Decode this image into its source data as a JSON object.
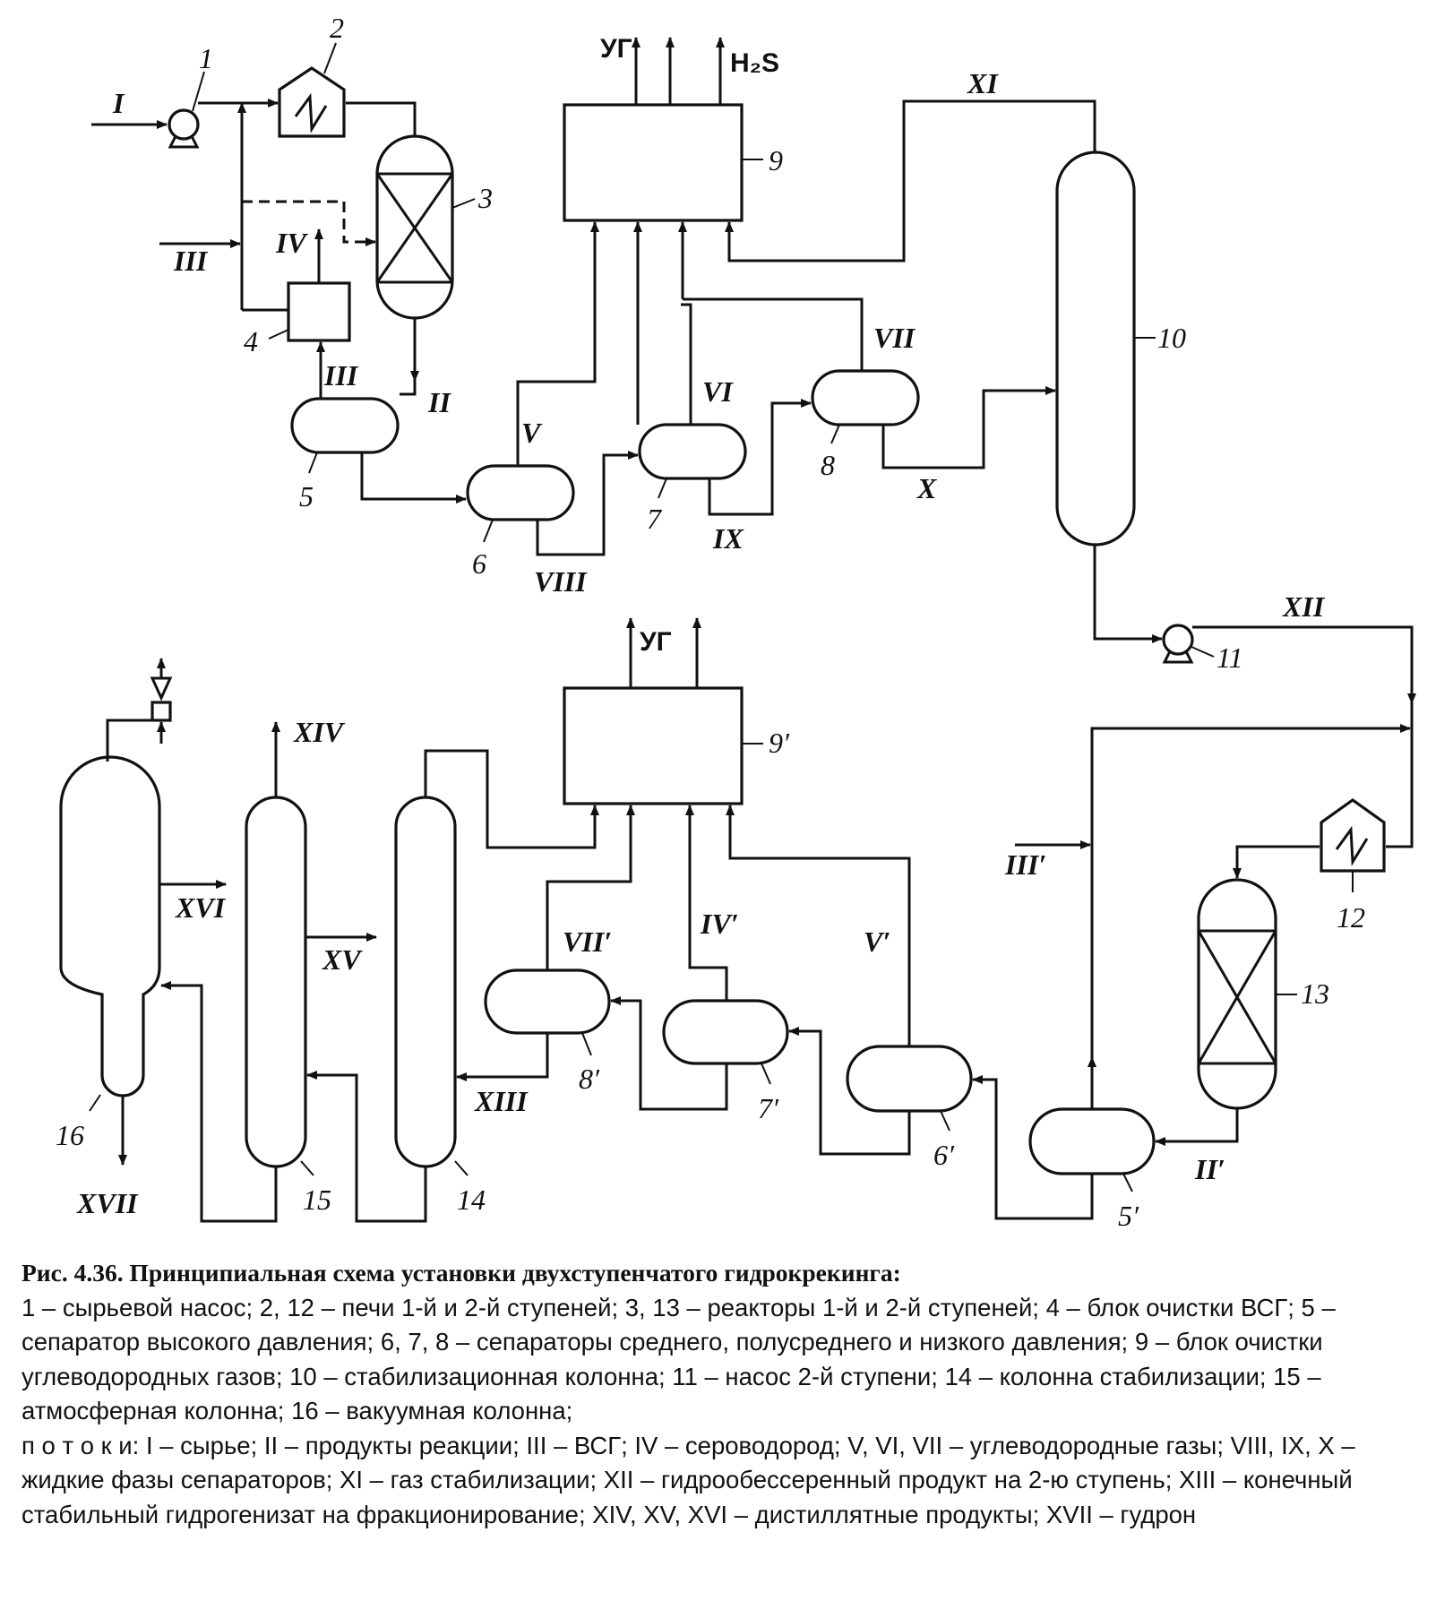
{
  "streams": {
    "I": "I",
    "II": "II",
    "III_a": "III",
    "III_b": "III",
    "IV": "IV",
    "V": "V",
    "VI": "VI",
    "VII": "VII",
    "VIII": "VIII",
    "IX": "IX",
    "X": "X",
    "XI": "XI",
    "XII": "XII",
    "XIII": "XIII",
    "XIV": "XIV",
    "XV": "XV",
    "XVI": "XVI",
    "XVII": "XVII",
    "II_p": "II′",
    "III_p": "III′",
    "IV_p": "IV′",
    "V_p": "V′",
    "VII_p": "VII′"
  },
  "gases": {
    "ug_top": "УГ",
    "h2s": "H₂S",
    "ug_bottom": "УГ"
  },
  "equipment": {
    "e1": "1",
    "e2": "2",
    "e3": "3",
    "e4": "4",
    "e5": "5",
    "e6": "6",
    "e7": "7",
    "e8": "8",
    "e9": "9",
    "e10": "10",
    "e11": "11",
    "e12": "12",
    "e13": "13",
    "e14": "14",
    "e15": "15",
    "e16": "16",
    "e5p": "5′",
    "e6p": "6′",
    "e7p": "7′",
    "e8p": "8′",
    "e9p": "9′"
  },
  "caption": {
    "title": "Рис. 4.36. Принципиальная схема установки двухступенчатого гидрокрекинга:",
    "equipment_text": "1 – сырьевой насос; 2, 12 – печи 1-й и 2-й ступеней; 3, 13 – реакторы 1-й и 2-й ступеней; 4 – блок очистки ВСГ; 5 – сепаратор высокого давления; 6, 7, 8 – сепараторы среднего, полусреднего и низкого давления; 9 – блок очистки углеводородных газов; 10 – стабилизационная колонна; 11 – насос 2-й ступени; 14 – колонна стабилизации; 15 – атмосферная колонна; 16 – вакуумная колонна;",
    "streams_text": "п о т о к и: I – сырье; II – продукты реакции; III – ВСГ; IV – сероводород; V, VI, VII – углеводородные газы; VIII, IX, X – жидкие фазы сепараторов; XI – газ стабилизации; XII – гидрообессеренный продукт на 2-ю ступень; XIII – конечный стабильный гидрогенизат на фракционирование; XIV, XV, XVI – дистиллятные продукты; XVII – гудрон"
  }
}
